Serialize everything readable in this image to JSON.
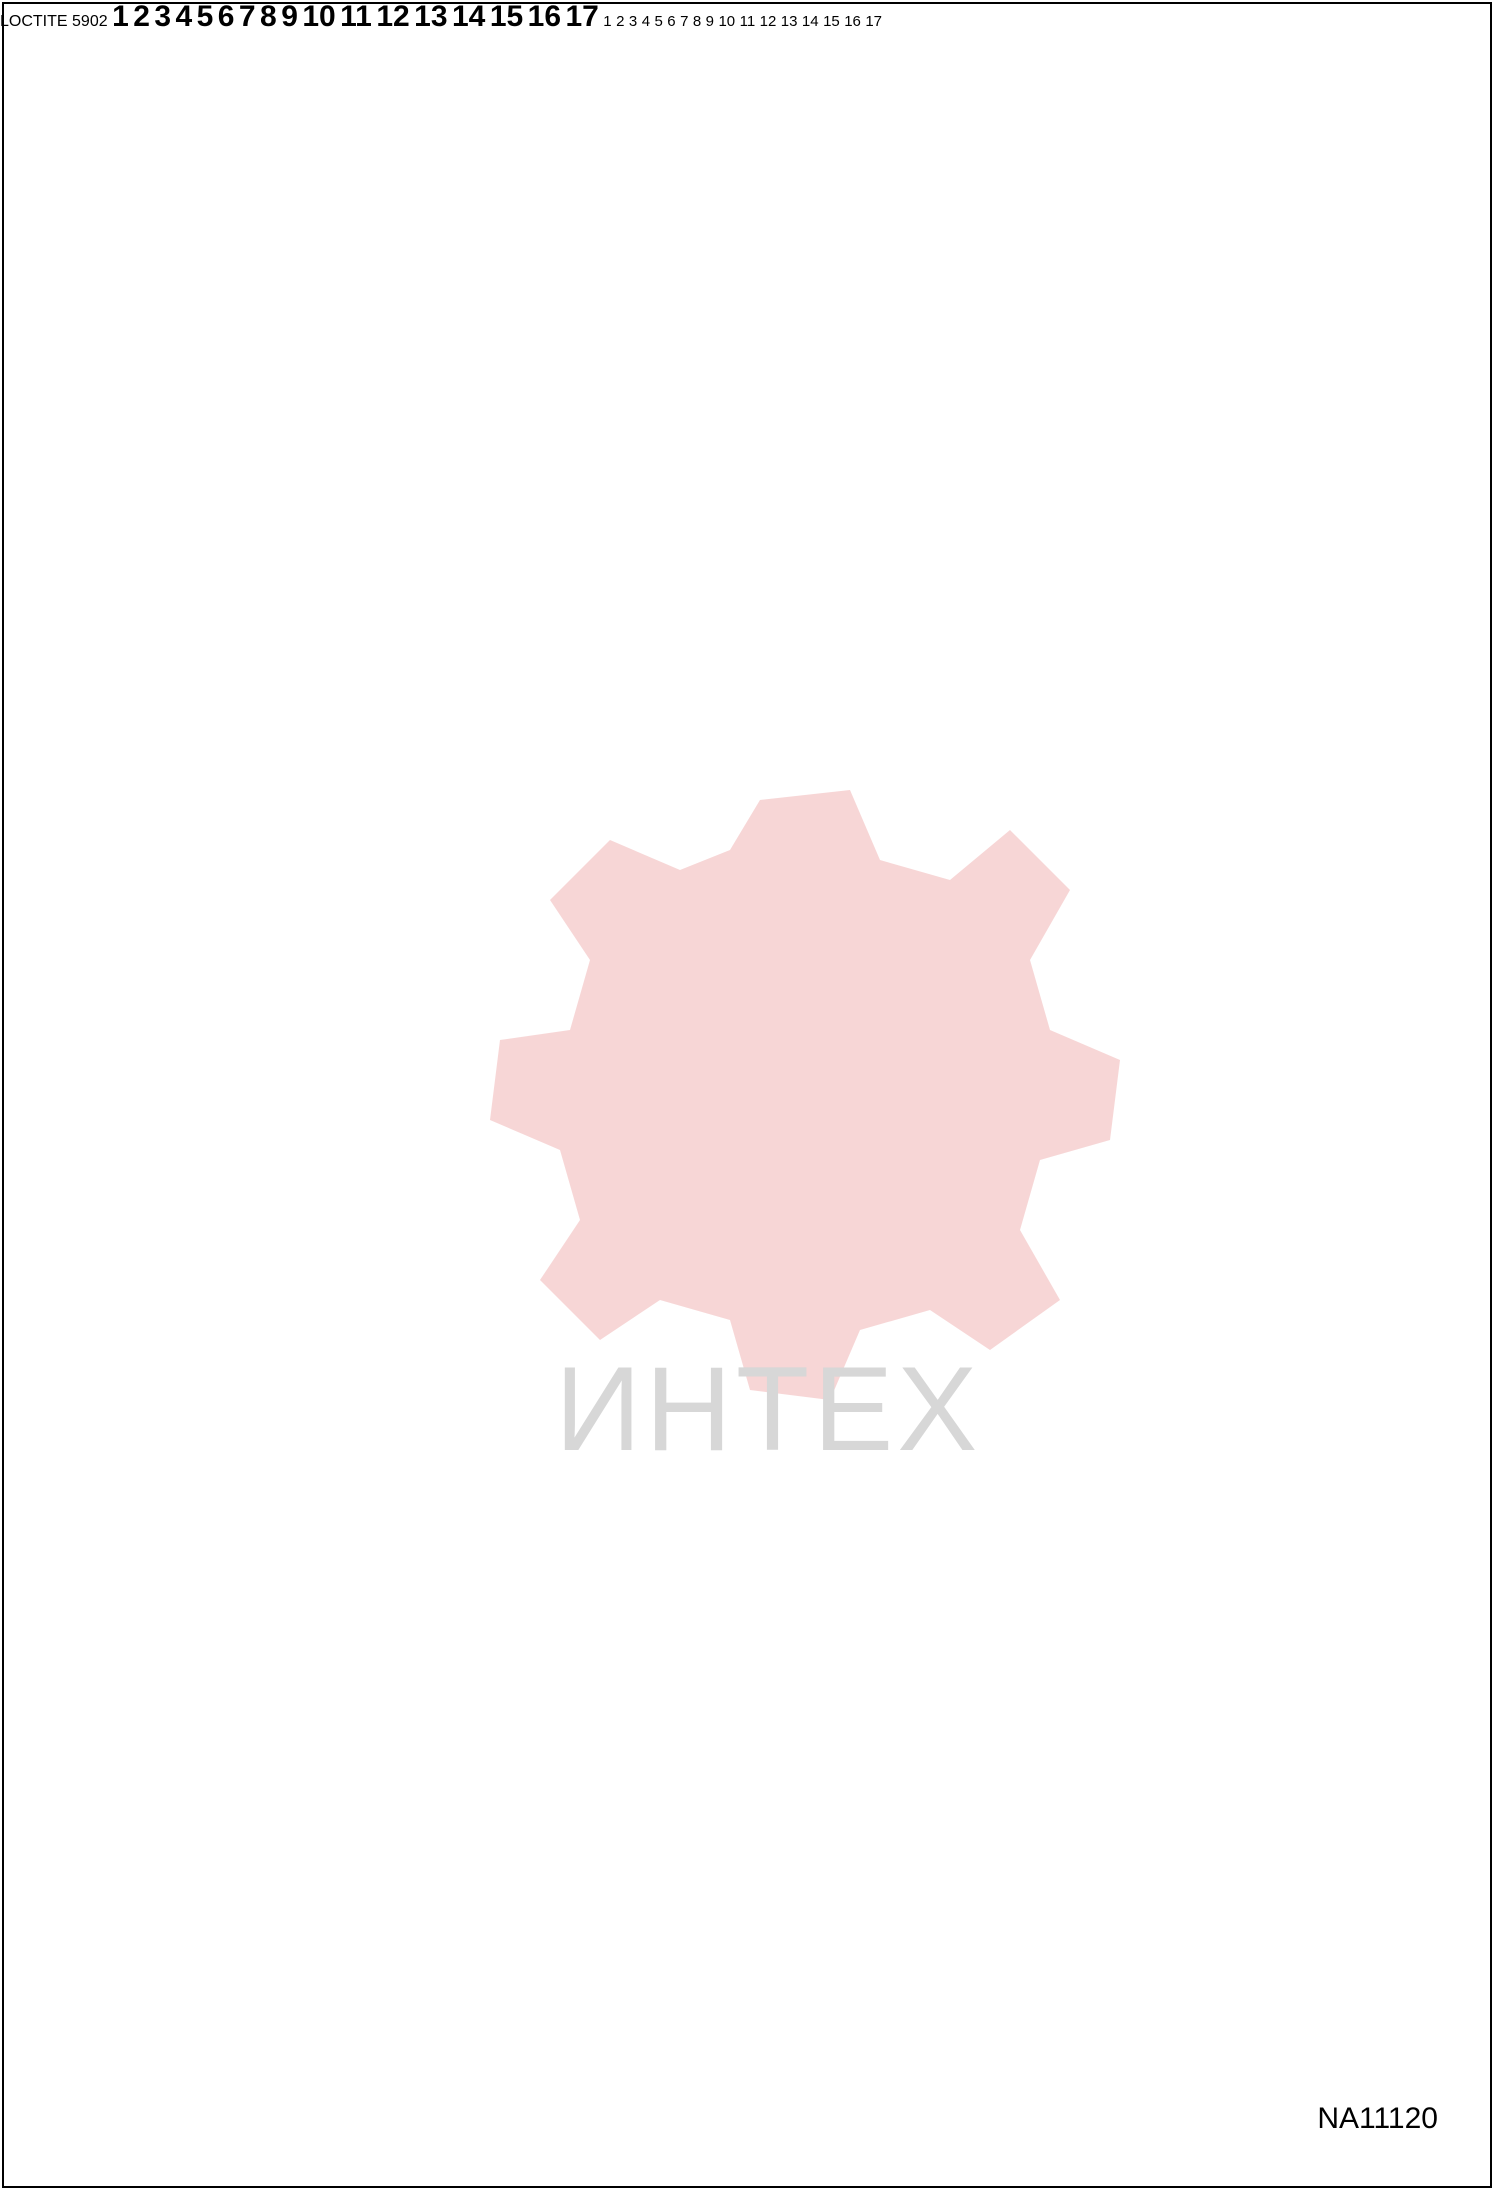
{
  "drawing_number": "NA11120",
  "watermark": {
    "text": "ИНТЕХ",
    "logo": "gear-logo"
  },
  "parts": [
    {
      "id": "1",
      "label": "1"
    },
    {
      "id": "2",
      "label": "2"
    },
    {
      "id": "3",
      "label": "3"
    },
    {
      "id": "4",
      "label": "4"
    },
    {
      "id": "5",
      "label": "5"
    },
    {
      "id": "6",
      "label": "6"
    },
    {
      "id": "7",
      "label": "7"
    },
    {
      "id": "8",
      "label": "8"
    },
    {
      "id": "9",
      "label": "9"
    },
    {
      "id": "10",
      "label": "10"
    },
    {
      "id": "11",
      "label": "11"
    },
    {
      "id": "12",
      "label": "12"
    },
    {
      "id": "13",
      "label": "13"
    },
    {
      "id": "14",
      "label": "14"
    },
    {
      "id": "15",
      "label": "15"
    },
    {
      "id": "16",
      "label": "16"
    },
    {
      "id": "17",
      "label": "17"
    }
  ],
  "sealant_tube_text": [
    "LOCTITE",
    "5902"
  ],
  "colors": {
    "callout": "#c8102e",
    "line": "#000000",
    "watermark": "#e8a0a0"
  }
}
